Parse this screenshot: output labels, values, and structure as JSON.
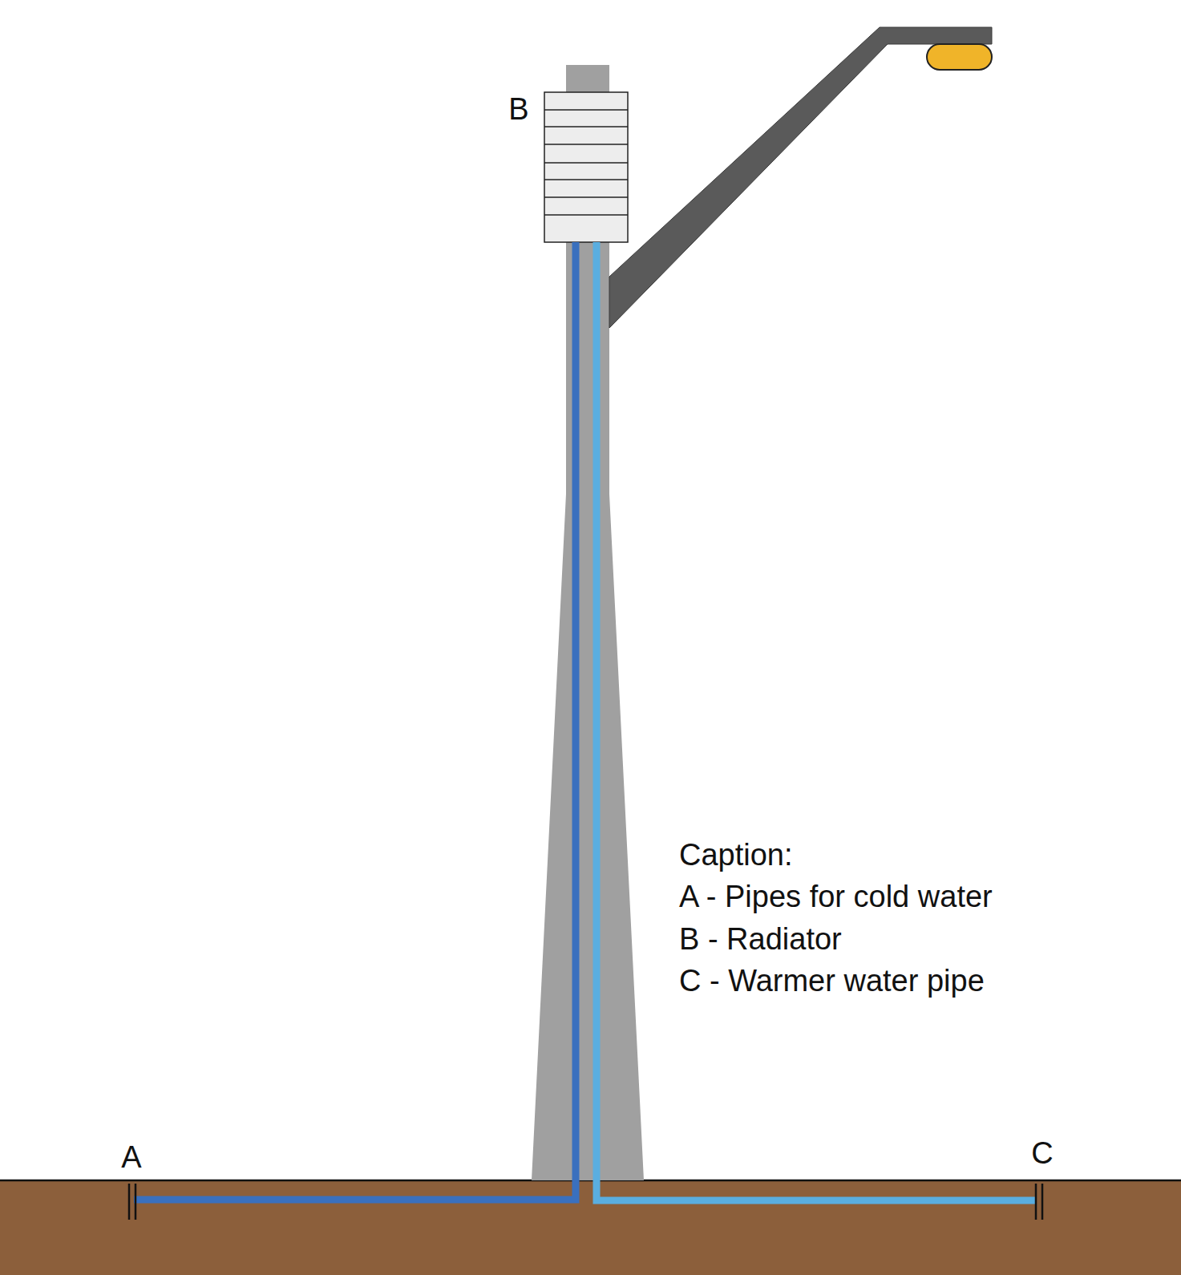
{
  "diagram": {
    "labels": [
      "B",
      "A",
      "C",
      "Caption:",
      "A - Pipes for cold water",
      "B - Radiator",
      "C - Warmer water pipe"
    ]
  }
}
